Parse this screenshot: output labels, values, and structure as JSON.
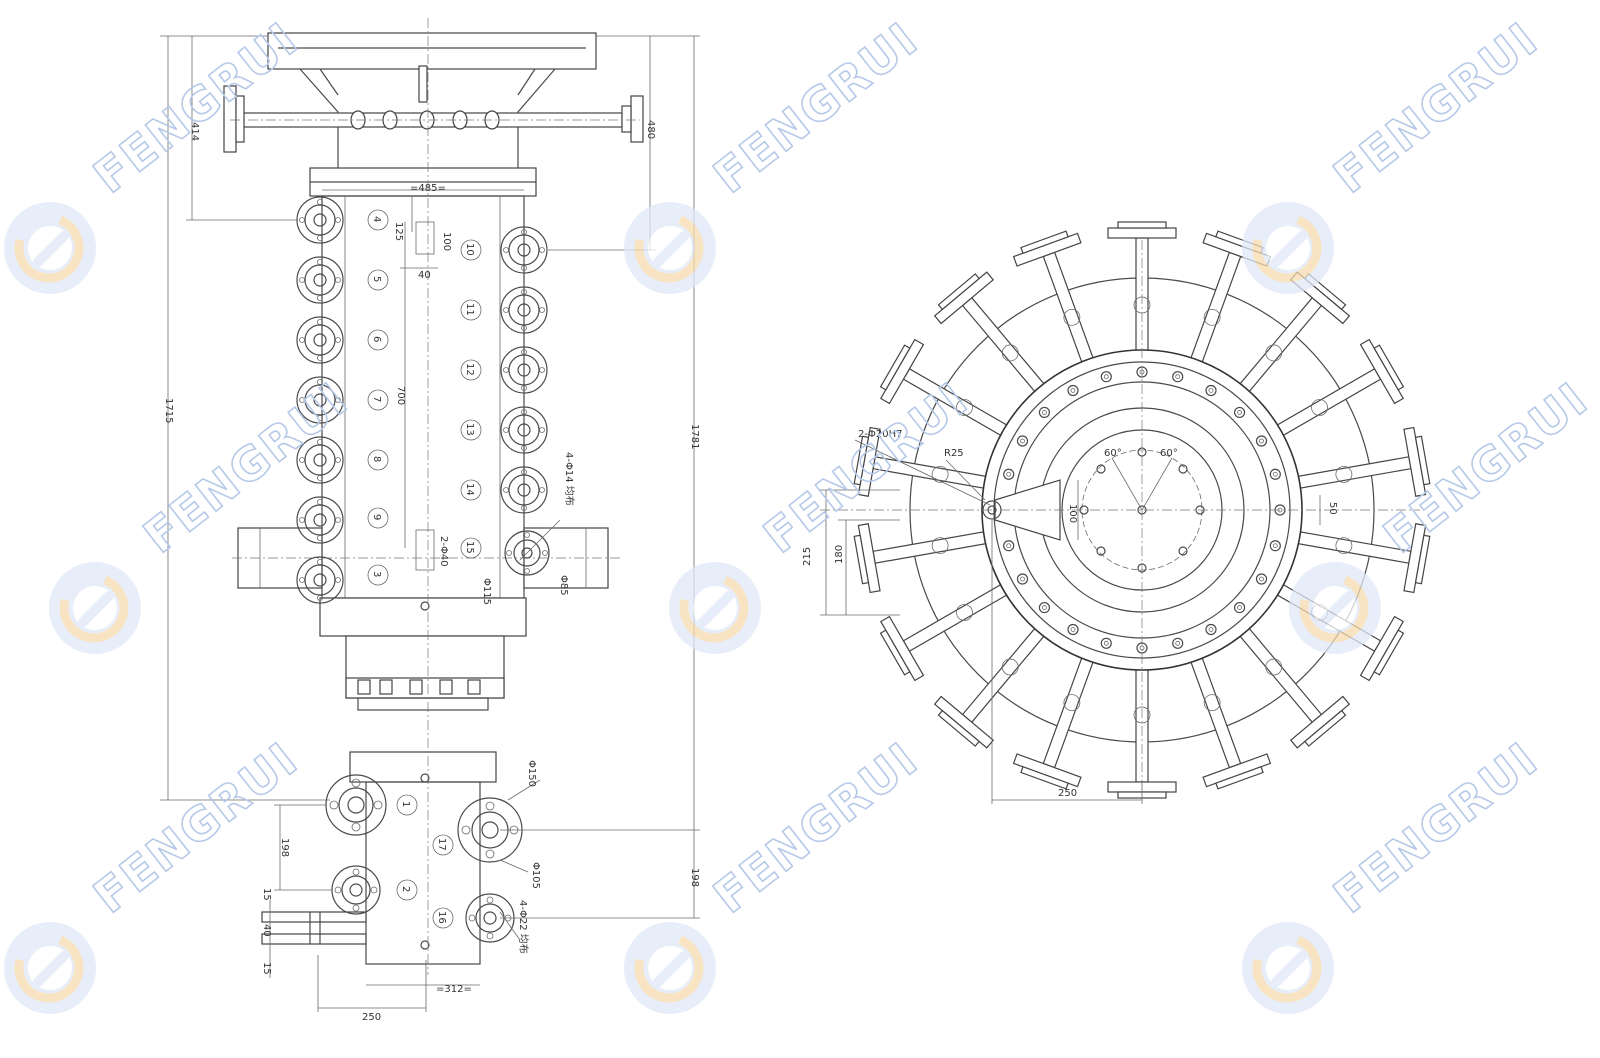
{
  "watermark": {
    "text": "FENGRUI",
    "color": "#b7c9e8",
    "logo_color": "#dfe8f8",
    "logo_accent": "#f6dcb0"
  },
  "side_view": {
    "dims": {
      "d485": "=485=",
      "d125": "125",
      "d100": "100",
      "d40": "40",
      "d700": "700",
      "d2phi40": "2-Φ40",
      "d4phi14": "4-Φ14 均布",
      "d115": "Φ115",
      "d85": "Φ85",
      "d414": "414",
      "d480": "480",
      "d1715": "1715",
      "d1781": "1781",
      "d150": "Φ150",
      "d105": "Φ105",
      "d4phi22": "4-Φ22 均布",
      "d198a": "198",
      "d198b": "198",
      "d15a": "15",
      "d40b": "40",
      "d15b": "15",
      "d312": "=312=",
      "d250": "250"
    },
    "ports_left": [
      "4",
      "5",
      "6",
      "7",
      "8",
      "9",
      "3"
    ],
    "ports_right_labels": [
      "10",
      "11",
      "12",
      "13",
      "14",
      "15"
    ],
    "ports_bottom": [
      "1",
      "2",
      "17",
      "16"
    ]
  },
  "front_view": {
    "dims": {
      "d2phi20": "2-Φ20H7",
      "r25": "R25",
      "a60a": "60°",
      "a60b": "60°",
      "d100": "100",
      "d50": "50",
      "d215": "215",
      "d180": "180",
      "d250": "250"
    }
  }
}
